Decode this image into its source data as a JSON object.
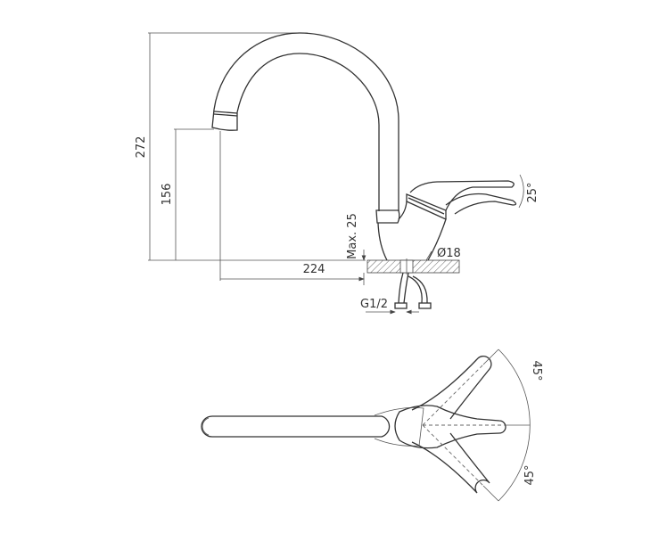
{
  "side_view": {
    "dim_total_height": "272",
    "dim_spout_height": "156",
    "dim_spout_reach": "224",
    "dim_max_counter": "Max. 25",
    "dim_hole_diameter": "Ø18",
    "dim_connection": "G1/2",
    "dim_lever_angle": "25°"
  },
  "top_view": {
    "angle_left": "45°",
    "angle_right": "45°"
  }
}
